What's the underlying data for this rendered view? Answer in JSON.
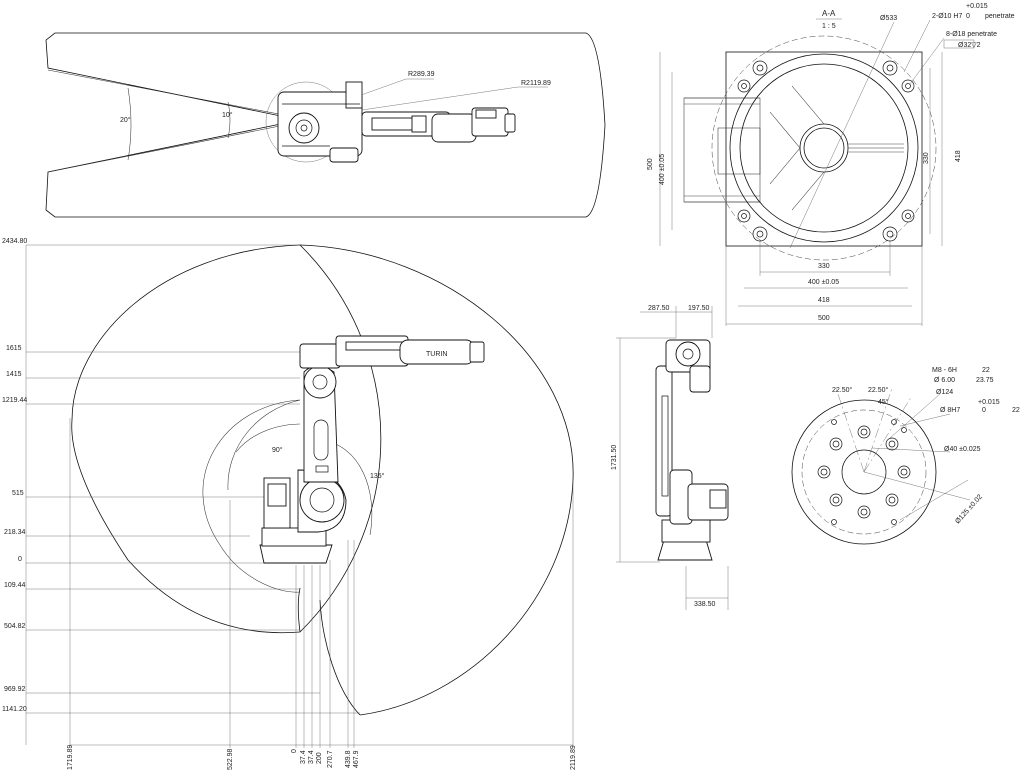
{
  "top_view": {
    "radius_inner": "R289.39",
    "radius_outer": "R2119.89",
    "angle_outer": "20°",
    "angle_inner": "10°"
  },
  "side_view": {
    "y_labels": [
      "2434.80",
      "1615",
      "1415",
      "1219.44",
      "515",
      "218.34",
      "0",
      "109.44",
      "504.82",
      "969.92",
      "1141.20"
    ],
    "x_labels": [
      "1719.89",
      "522.98",
      "0",
      "37.4",
      "37.4",
      "200",
      "270.7",
      "439.8",
      "467.9",
      "2119.89"
    ],
    "angle_upper": "90°",
    "angle_lower": "135°",
    "brand": "TURIN"
  },
  "section_view": {
    "title": "A-A",
    "scale": "1 : 5",
    "dia_533": "Ø533",
    "hole_spec": "2-Ø10 H7",
    "hole_tol_upper": "+0.015",
    "hole_tol_lower": "0",
    "hole_note": "penetrate",
    "bolt_spec": "8-Ø18 penetrate",
    "counterbore": "Ø32▽2",
    "dims": {
      "d500_v": "500",
      "d400_v": "400 ±0.05",
      "d330_v": "330",
      "d418_v": "418",
      "d330_h": "330",
      "d400_h": "400 ±0.05",
      "d418_h": "418",
      "d500_h": "500"
    }
  },
  "front_view": {
    "dim_287": "287.50",
    "dim_197": "197.50",
    "dim_1731": "1731.50",
    "dim_338": "338.50"
  },
  "flange_view": {
    "angle_a": "22.50°",
    "angle_b": "22.50°",
    "angle_c": "45°",
    "thread": "M8 - 6H",
    "thread_depth": "22",
    "pin_hole": "Ø 6.00",
    "pin_depth": "23.75",
    "pcd": "Ø124",
    "tol_upper": "+0.015",
    "tol_lower": "0",
    "pin_h7": "Ø 8H7",
    "pin_h7_depth": "22",
    "center_bore": "Ø40 ±0.025",
    "outer_dia": "Ø125 ±0.02"
  }
}
